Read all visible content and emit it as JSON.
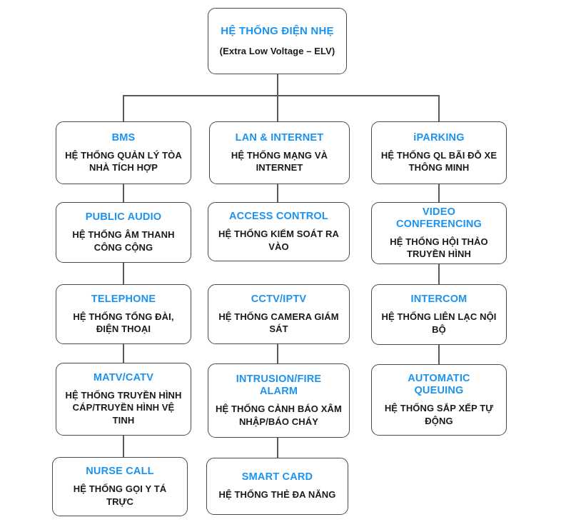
{
  "diagram": {
    "type": "tree",
    "orientation": "top-down-three-columns",
    "accent_color": "#1b93ef",
    "text_color": "#1a1a1a",
    "line_color": "#595959",
    "border_color": "#4a4a4a",
    "background": "#ffffff",
    "root": {
      "title": "HỆ THỐNG ĐIỆN NHẸ",
      "desc": "(Extra Low Voltage – ELV)"
    },
    "columns": [
      {
        "name": "column-left",
        "nodes": [
          {
            "title": "BMS",
            "desc": "HỆ THỐNG QUẢN LÝ TÒA\nNHÀ TÍCH HỢP"
          },
          {
            "title": "PUBLIC AUDIO",
            "desc": "HỆ THỐNG ÂM THANH\nCÔNG CỘNG"
          },
          {
            "title": "TELEPHONE",
            "desc": "HỆ THỐNG TỔNG ĐÀI,\nĐIỆN THOẠI"
          },
          {
            "title": "MATV/CATV",
            "desc": "HỆ THỐNG TRUYỀN HÌNH\nCÁP/TRUYỀN HÌNH VỆ\nTINH"
          },
          {
            "title": "NURSE CALL",
            "desc": "HỆ THỐNG GỌI Y TÁ\nTRỰC"
          }
        ]
      },
      {
        "name": "column-middle",
        "nodes": [
          {
            "title": "LAN & INTERNET",
            "desc": "HỆ THỐNG MẠNG VÀ\nINTERNET"
          },
          {
            "title": "ACCESS CONTROL",
            "desc": "HỆ THỐNG KIỂM SOÁT RA\nVÀO"
          },
          {
            "title": "CCTV/IPTV",
            "desc": "HỆ THỐNG CAMERA GIÁM\nSÁT"
          },
          {
            "title": "INTRUSION/FIRE\nALARM",
            "desc": "HỆ THỐNG CẢNH BÁO XÂM\nNHẬP/BÁO CHÁY"
          },
          {
            "title": "SMART CARD",
            "desc": "HỆ THỐNG THẺ ĐA NĂNG"
          }
        ]
      },
      {
        "name": "column-right",
        "nodes": [
          {
            "title": "iPARKING",
            "desc": "HỆ THỐNG QL BÃI ĐỖ XE\nTHÔNG MINH"
          },
          {
            "title": "VIDEO\nCONFERENCING",
            "desc": "HỆ THỐNG HỘI THẢO\nTRUYỀN HÌNH"
          },
          {
            "title": "INTERCOM",
            "desc": "HỆ THỐNG LIÊN LẠC NỘI\nBỘ"
          },
          {
            "title": "AUTOMATIC\nQUEUING",
            "desc": "HỆ THỐNG SẮP XẾP TỰ\nĐỘNG"
          }
        ]
      }
    ]
  }
}
